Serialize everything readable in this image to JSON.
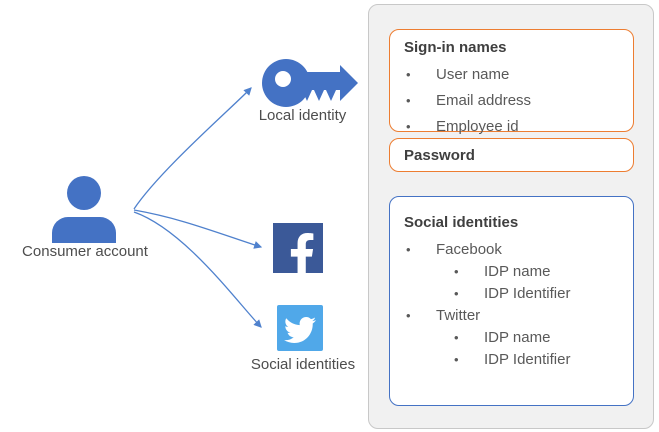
{
  "left": {
    "consumer_label": "Consumer account",
    "local_identity_label": "Local identity",
    "social_identities_label": "Social identities"
  },
  "panel": {
    "signin_box": {
      "title": "Sign-in names",
      "items": [
        "User name",
        "Email address",
        "Employee id"
      ]
    },
    "password_box": {
      "title": "Password"
    },
    "social_box": {
      "title": "Social identities",
      "providers": [
        {
          "name": "Facebook",
          "attrs": [
            "IDP name",
            "IDP Identifier"
          ]
        },
        {
          "name": "Twitter",
          "attrs": [
            "IDP name",
            "IDP Identifier"
          ]
        }
      ]
    }
  },
  "chars": {
    "bullet": "•"
  },
  "icons": {
    "person": "consumer-account-person-icon",
    "key": "local-identity-key-icon",
    "facebook": "facebook-icon",
    "twitter": "twitter-icon",
    "arrow": "curved-arrow-connector"
  },
  "colors": {
    "icon_blue": "#4472c4",
    "arrow_blue": "#4f81cd",
    "orange_border": "#ed7d31",
    "blue_border": "#4472c4",
    "facebook_blue": "#3b5998",
    "twitter_blue": "#50a8e9",
    "panel_bg": "#f1f1f1",
    "panel_border": "#c8c8c8",
    "title_text": "#3f3f3f",
    "body_text": "#595959"
  }
}
